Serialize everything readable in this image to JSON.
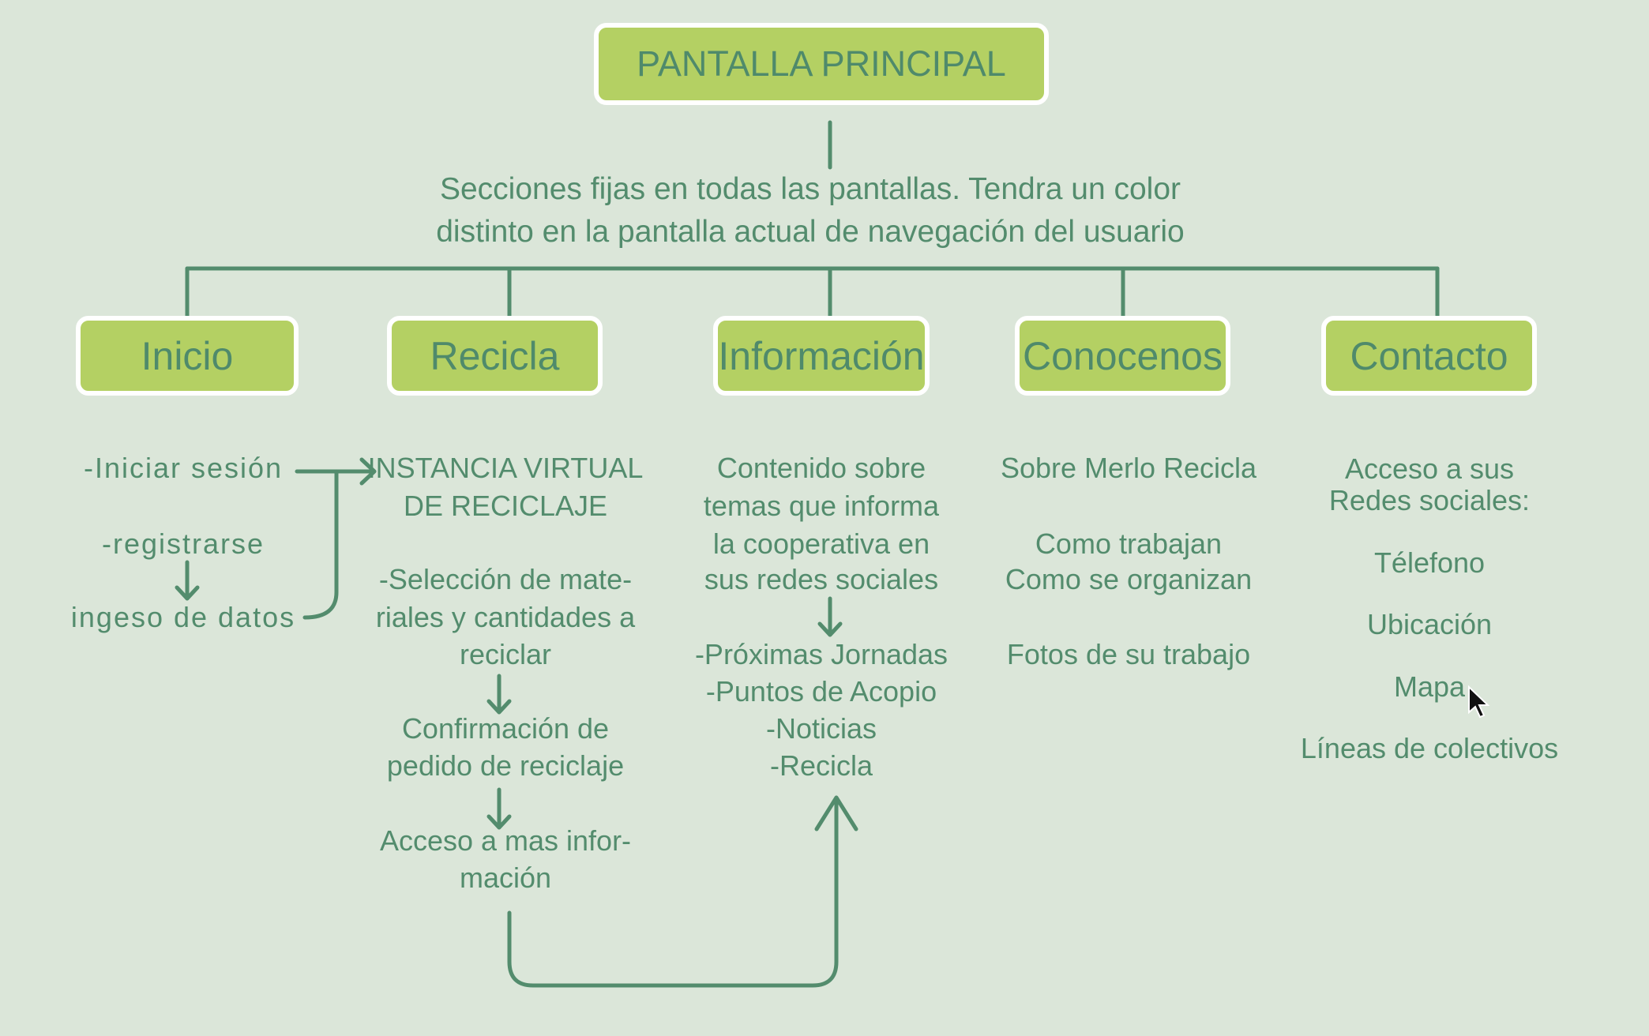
{
  "title": "PANTALLA PRINCIPAL",
  "subtitle": [
    "Secciones fijas en todas las pantallas. Tendra un color",
    "distinto en la pantalla actual de navegación del usuario"
  ],
  "sections": [
    {
      "label": "Inicio",
      "items": [
        "-Iniciar sesión",
        "-registrarse",
        "ingeso de datos"
      ]
    },
    {
      "label": "Recicla",
      "items": [
        "INSTANCIA VIRTUAL",
        "DE RECICLAJE",
        "-Selección de mate-",
        "riales y cantidades a",
        "reciclar",
        "Confirmación de",
        "pedido de reciclaje",
        "Acceso a mas infor-",
        "mación"
      ]
    },
    {
      "label": "Información",
      "items": [
        "Contenido sobre",
        "temas que informa",
        "la cooperativa en",
        "sus redes sociales",
        "-Próximas Jornadas",
        "-Puntos de Acopio",
        "-Noticias",
        "-Recicla"
      ]
    },
    {
      "label": "Conocenos",
      "items": [
        "Sobre Merlo Recicla",
        "Como trabajan",
        "Como se organizan",
        "Fotos de su trabajo"
      ]
    },
    {
      "label": "Contacto",
      "items": [
        "Acceso a sus",
        "Redes sociales:",
        "Télefono",
        "Ubicación",
        "Mapa",
        "Líneas de colectivos"
      ]
    }
  ],
  "colors": {
    "background": "#dbe6d9",
    "box": "#b4d063",
    "line": "#538c6d"
  }
}
